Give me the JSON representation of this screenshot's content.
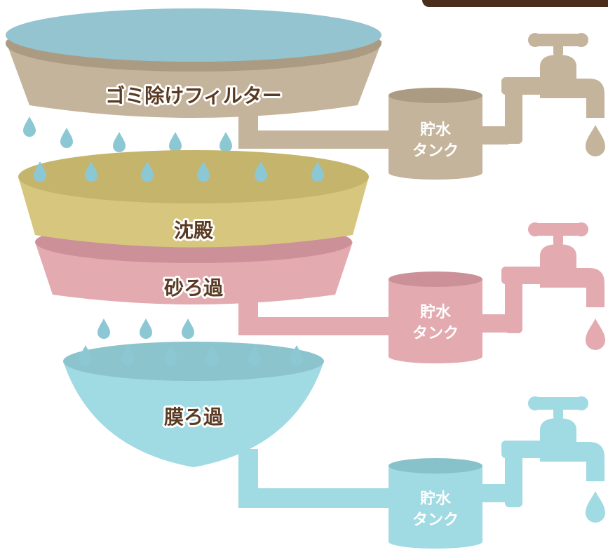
{
  "stages": [
    {
      "label": "ゴミ除けフィルター",
      "color": "#c4b49c",
      "water": "#93c4cf"
    },
    {
      "label": "沈殿",
      "color": "#d6c67e"
    },
    {
      "label": "砂ろ過",
      "color": "#e3aab0"
    },
    {
      "label": "膜ろ過",
      "color": "#a0dae2"
    }
  ],
  "tanks": [
    {
      "line1": "貯水",
      "line2": "タンク",
      "color": "#c4b49c"
    },
    {
      "line1": "貯水",
      "line2": "タンク",
      "color": "#e3aab0"
    },
    {
      "line1": "貯水",
      "line2": "タンク",
      "color": "#a0dae2"
    }
  ],
  "colors": {
    "drop": "#8cc8d4",
    "header_bar": "#4a2e1a",
    "label_text": "#5a3a22"
  },
  "icons": [
    "water-drop-icon",
    "faucet-icon",
    "tank-icon"
  ]
}
